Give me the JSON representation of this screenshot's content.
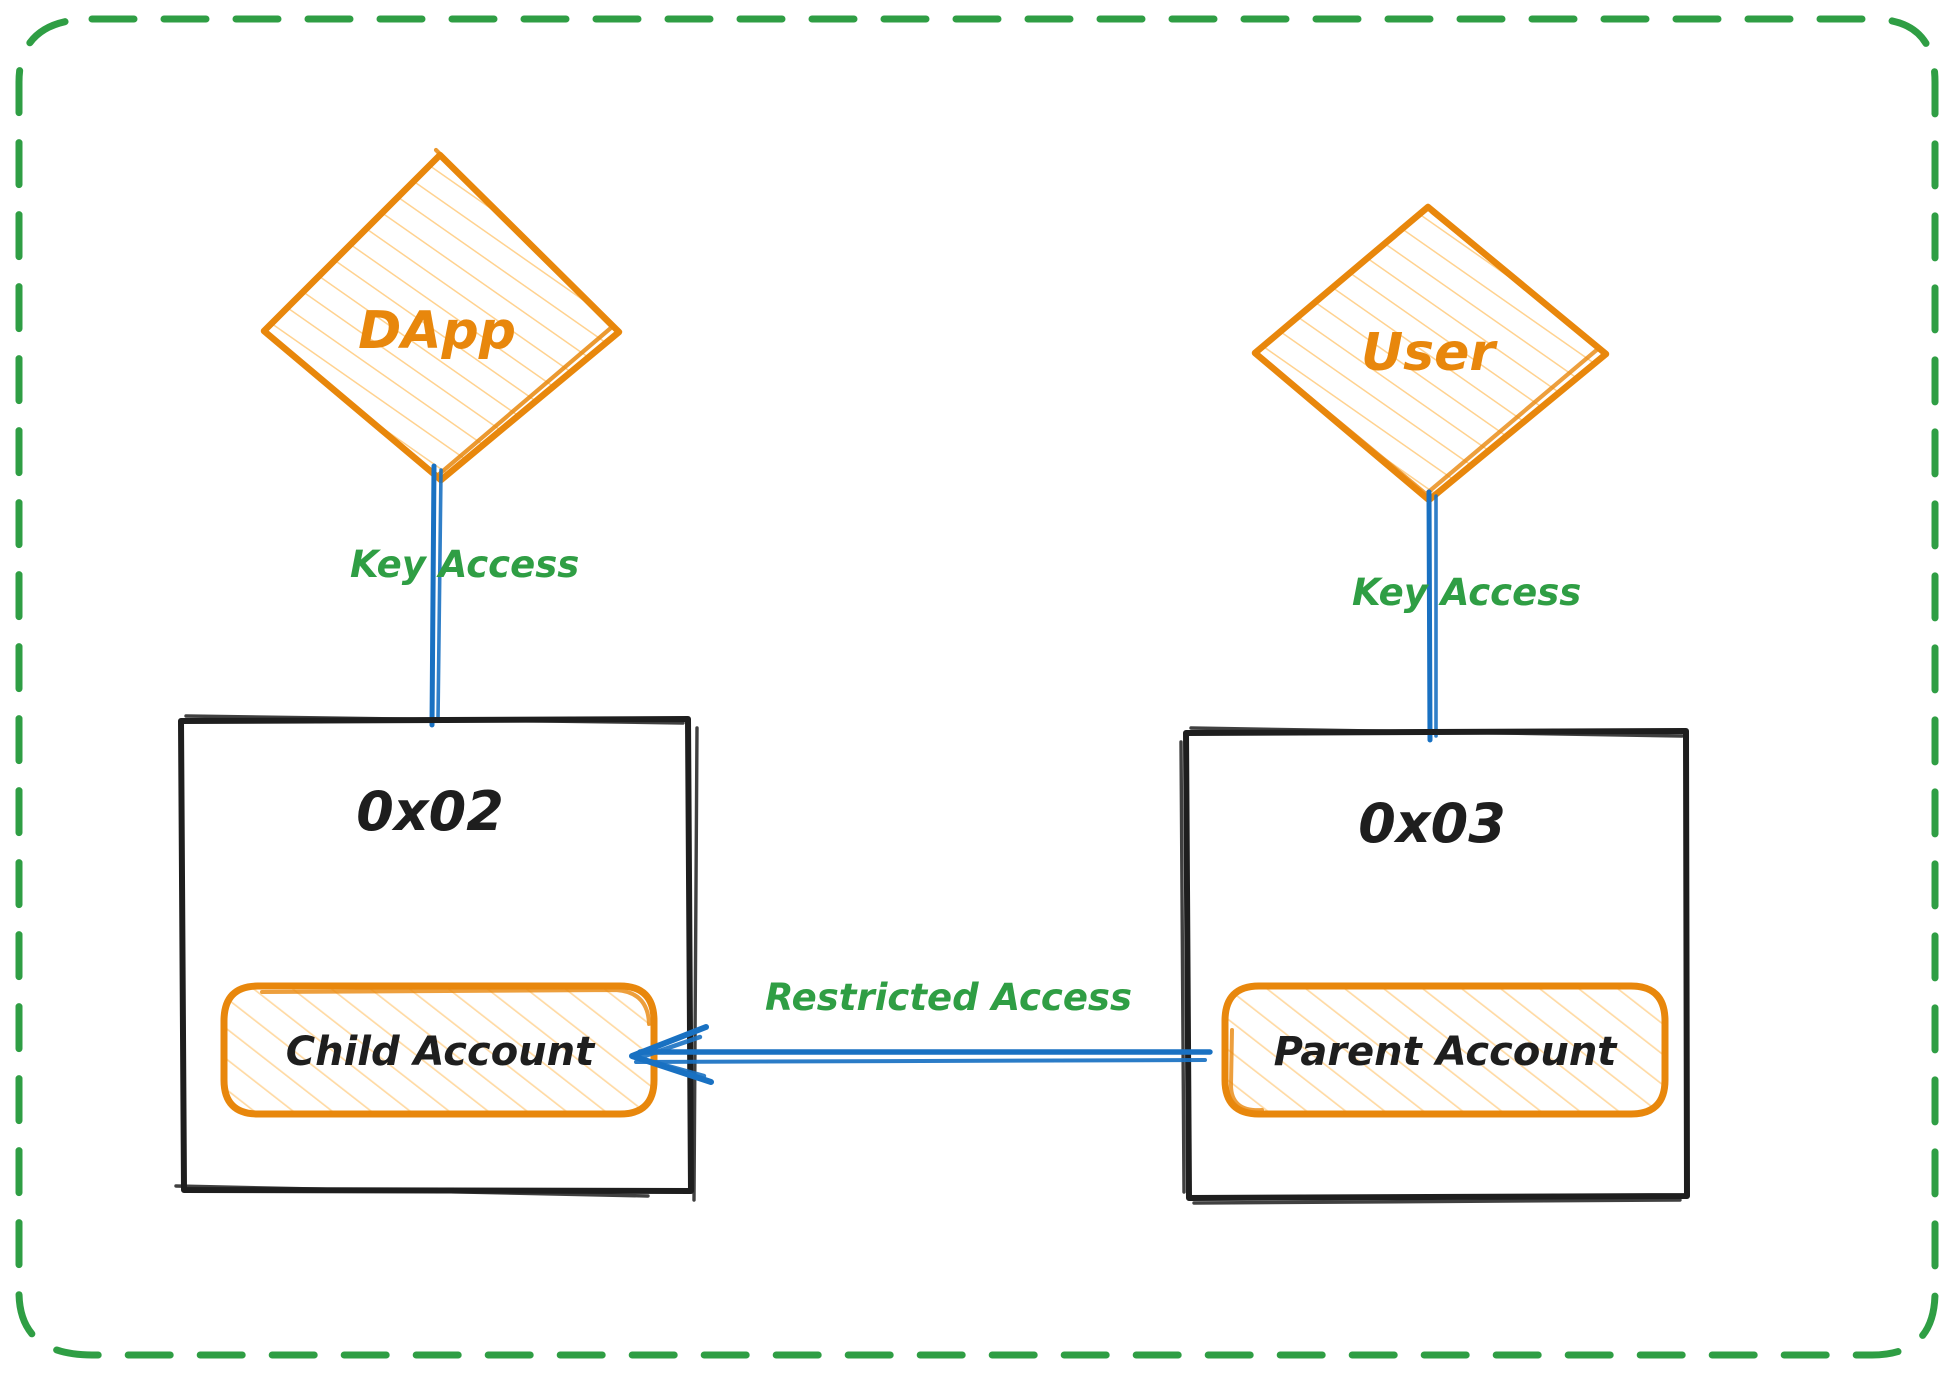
{
  "diagram": {
    "title": "Hybrid Account Model access diagram",
    "style": "hand-drawn",
    "background": "#ffffff",
    "colors": {
      "boundary_green": "#2f9e44",
      "node_orange": "#e8870c",
      "node_fill_yellow": "#ffd8a8",
      "arrow_blue": "#1971c2",
      "text_dark": "#1e1e1e",
      "label_green": "#2f9e44"
    },
    "boundary": {
      "name": "dashed-boundary",
      "stroke": "#2f9e44",
      "dashed": true
    },
    "nodes": [
      {
        "id": "dapp",
        "shape": "diamond",
        "label": "DApp",
        "text_color": "#e8870c"
      },
      {
        "id": "user",
        "shape": "diamond",
        "label": "User",
        "text_color": "#e8870c"
      },
      {
        "id": "box02",
        "shape": "rectangle",
        "label": "0x02",
        "text_color": "#1e1e1e"
      },
      {
        "id": "box03",
        "shape": "rectangle",
        "label": "0x03",
        "text_color": "#1e1e1e"
      },
      {
        "id": "child",
        "shape": "rounded-rect",
        "label": "Child Account",
        "text_color": "#1e1e1e"
      },
      {
        "id": "parent",
        "shape": "rounded-rect",
        "label": "Parent Account",
        "text_color": "#1e1e1e"
      }
    ],
    "edges": [
      {
        "id": "dapp-to-child",
        "from": "dapp",
        "to": "box02",
        "label": "Key Access",
        "color": "#1971c2",
        "arrowhead": false
      },
      {
        "id": "user-to-parent",
        "from": "user",
        "to": "box03",
        "label": "Key Access",
        "color": "#1971c2",
        "arrowhead": false
      },
      {
        "id": "parent-to-child",
        "from": "parent",
        "to": "child",
        "label": "Restricted Access",
        "color": "#1971c2",
        "arrowhead": true
      }
    ]
  }
}
